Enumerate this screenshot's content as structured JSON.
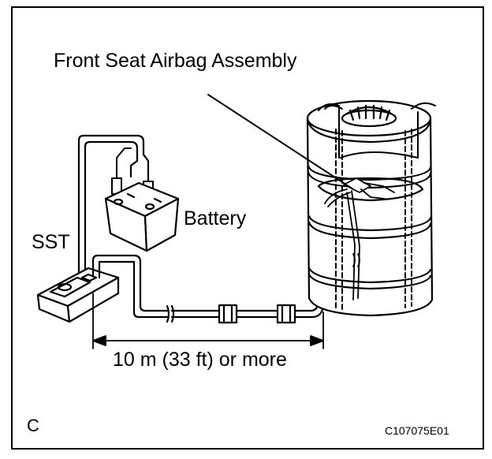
{
  "labels": {
    "assembly": "Front Seat Airbag Assembly",
    "battery": "Battery",
    "sst": "SST",
    "distance": "10 m (33 ft) or more",
    "panel_letter": "C",
    "figure_code": "C107075E01"
  }
}
